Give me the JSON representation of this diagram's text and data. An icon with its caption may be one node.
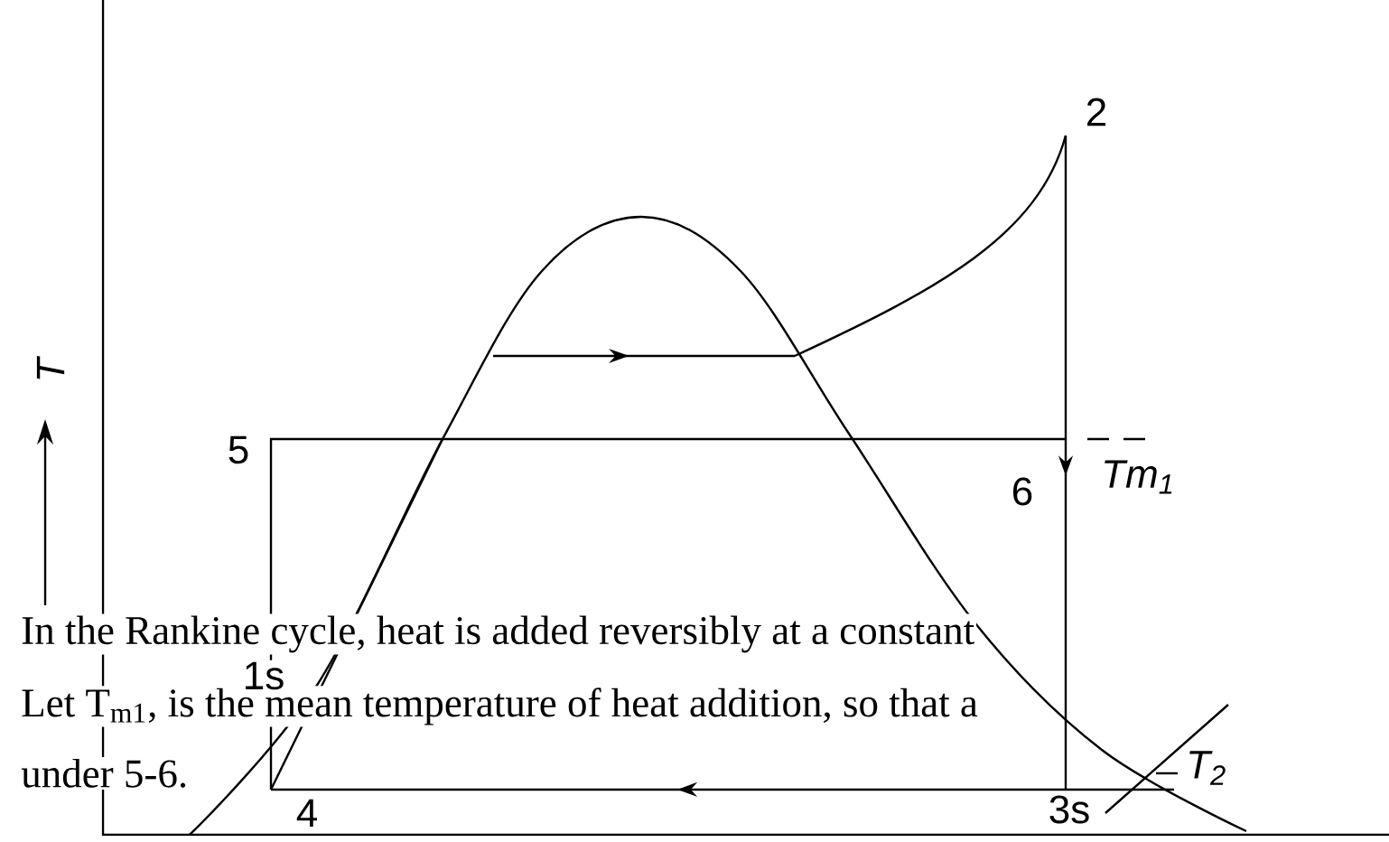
{
  "diagram": {
    "labels": [
      "2",
      "T",
      "5",
      "Tm$_{1}$",
      "6",
      "In the Rankine cycle, heat is added reversibly at a constant",
      "1s",
      "Let T$_{m1}$, is the mean temperature of heat addition, so that a",
      "T$_{2}$",
      "under 5-6.",
      "4",
      "3s"
    ]
  }
}
